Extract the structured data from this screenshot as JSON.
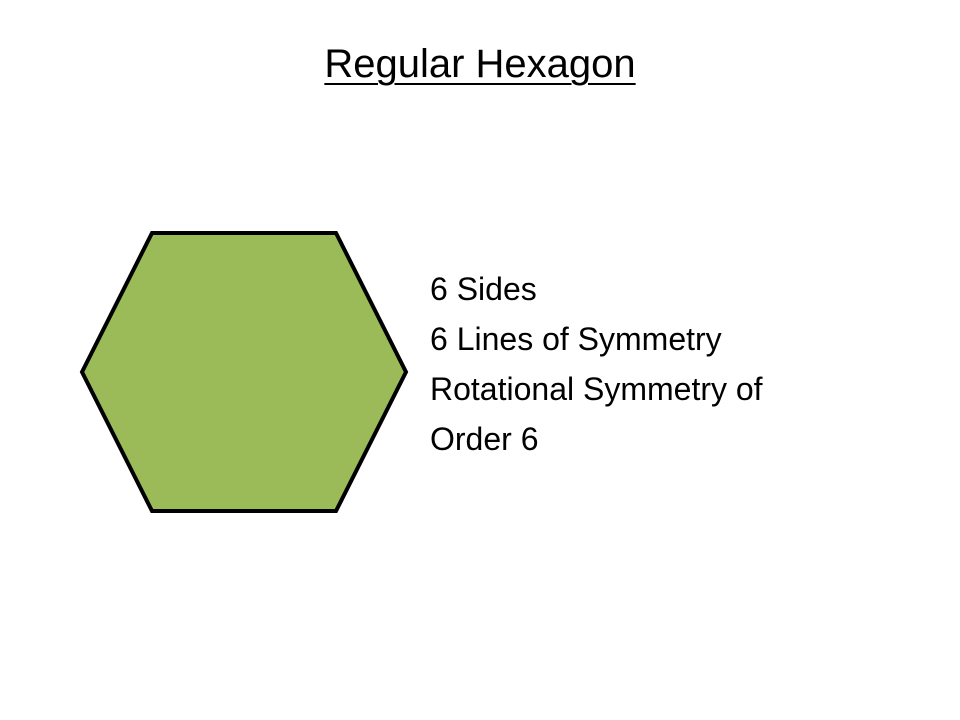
{
  "title": "Regular Hexagon",
  "shape": {
    "name": "hexagon",
    "fill_color": "#9bbb59",
    "stroke_color": "#000000"
  },
  "facts": [
    "6 Sides",
    "6 Lines of Symmetry",
    "Rotational Symmetry of",
    "Order 6"
  ]
}
